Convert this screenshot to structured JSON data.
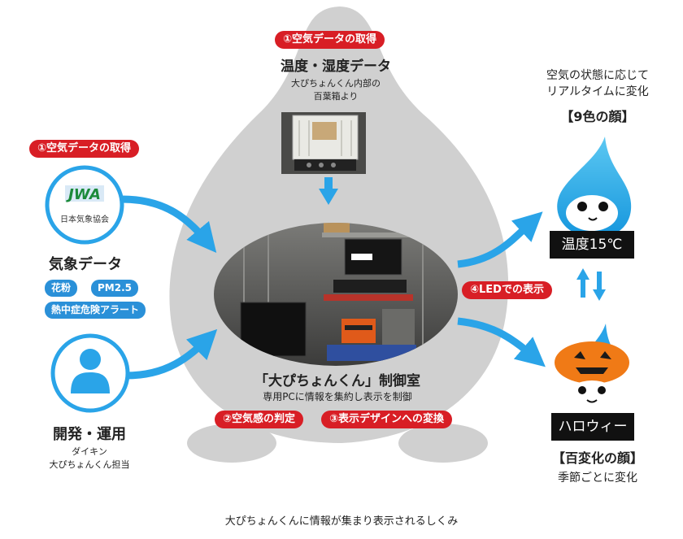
{
  "colors": {
    "accent_red": "#d81e25",
    "accent_blue": "#2a90d8",
    "arrow_blue": "#2aa4e8",
    "silhouette": "#d0d0d0"
  },
  "top_badge": "①空気データの取得",
  "sensor_title": "温度・湿度データ",
  "sensor_sub1": "大ぴちょんくん内部の",
  "sensor_sub2": "百葉箱より",
  "left_badge": "①空気データの取得",
  "jwa_logo_text": "日本気象協会",
  "weather_title": "気象データ",
  "weather_tags": [
    "花粉",
    "PM2.5",
    "熱中症危険アラート"
  ],
  "dev_title": "開発・運用",
  "dev_sub1": "ダイキン",
  "dev_sub2": "大ぴちょんくん担当",
  "control_title": "「大ぴちょんくん」制御室",
  "control_sub": "専用PCに情報を集約し表示を制御",
  "badge_judge": "②空気感の判定",
  "badge_design": "③表示デザインへの変換",
  "badge_led": "④LEDでの表示",
  "right_top_line1": "空気の状態に応じて",
  "right_top_line2": "リアルタイムに変化",
  "faces9": "【9色の顔】",
  "temp_label": "温度15℃",
  "halloween_label": "ハロウィー",
  "faces100": "【百変化の顔】",
  "season_text": "季節ごとに変化",
  "caption": "大ぴちょんくんに情報が集まり表示されるしくみ"
}
